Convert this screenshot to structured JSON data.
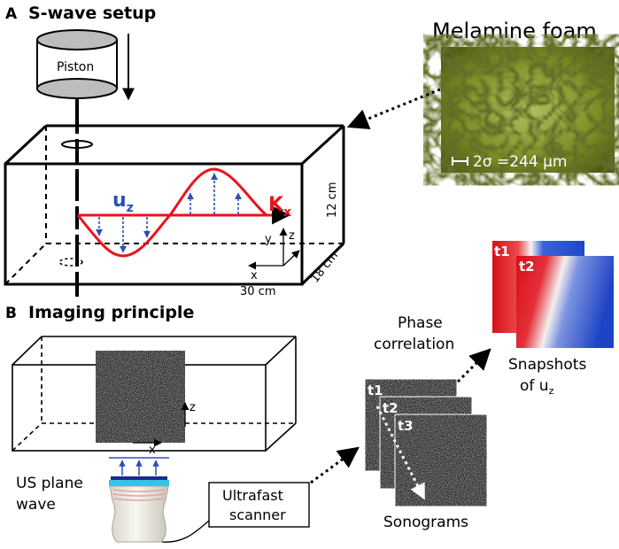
{
  "panel_a": {
    "letter": "A",
    "title": "S-wave setup",
    "piston_label": "Piston",
    "uz_label": "u",
    "uz_sub": "z",
    "kx_label": "K",
    "kx_sub": "x",
    "height_label": "12 cm",
    "depth_label": "18 cm",
    "width_label": "30 cm",
    "axis_x": "x",
    "axis_y": "y",
    "axis_z": "z",
    "foam_title": "Melamine foam",
    "scale_label": "2σ =244 μm",
    "colors": {
      "wave": "#e8141b",
      "arrow_blue": "#2c4fb5",
      "foam": "#8a9a28"
    }
  },
  "panel_b": {
    "letter": "B",
    "title": "Imaging principle",
    "axis_z": "z",
    "axis_x": "x",
    "us_label_1": "US plane",
    "us_label_2": "wave",
    "scanner_1": "Ultrafast",
    "scanner_2": "scanner",
    "sonograms_label": "Sonograms",
    "frame_t1": "t1",
    "frame_t2": "t2",
    "frame_t3": "t3",
    "phase_1": "Phase",
    "phase_2": "correlation",
    "snap_1": "Snapshots",
    "snap_2": "of u",
    "snap_sub": "z",
    "snap_t1": "t1",
    "snap_t2": "t2"
  }
}
